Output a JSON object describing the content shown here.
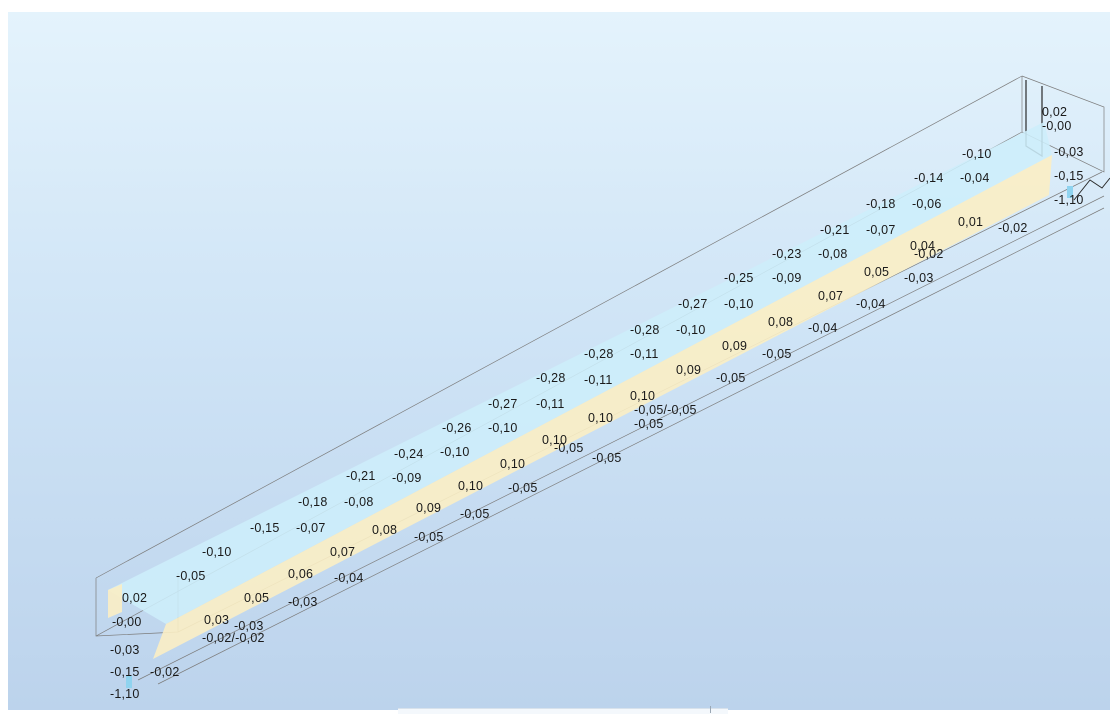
{
  "colors": {
    "background_top": "#e4f3fc",
    "background_bottom": "#bcd3ec",
    "negative_face": "#cdeefa",
    "positive_face": "#fbeec4",
    "wireframe": "#7d7d7d",
    "text": "#1a1a1a"
  },
  "labels": [
    "0,02",
    "-0,00",
    "-0,03",
    "-0,15",
    "-1,10",
    "-0,02",
    "0,03",
    "-0,03",
    "-0,02/-0,02",
    "0,05",
    "-0,03",
    "0,06",
    "-0,04",
    "0,07",
    "-0,05",
    "0,08",
    "-0,05",
    "0,09",
    "-0,05",
    "0,10",
    "-0,05",
    "0,10",
    "-0,05",
    "0,10",
    "-0,05",
    "0,10",
    "-0,05/-0,05",
    "0,10",
    "-0,05",
    "0,09",
    "-0,05",
    "0,09",
    "-0,04",
    "0,08",
    "-0,04",
    "0,07",
    "-0,03",
    "0,05",
    "-0,02",
    "0,04",
    "-0,02",
    "0,01",
    "-0,10",
    "-0,05",
    "-0,15",
    "-0,07",
    "-0,18",
    "-0,08",
    "-0,21",
    "-0,09",
    "-0,24",
    "-0,10",
    "-0,26",
    "-0,10",
    "-0,27",
    "-0,11",
    "-0,28",
    "-0,11",
    "-0,28",
    "-0,11",
    "-0,28",
    "-0,10",
    "-0,27",
    "-0,10",
    "-0,25",
    "-0,09",
    "-0,23",
    "-0,08",
    "-0,21",
    "-0,07",
    "-0,18",
    "-0,06",
    "-0,14",
    "-0,04",
    "-0,10",
    "0,02",
    "-0,00",
    "-0,03",
    "-0,15",
    "-1,10"
  ]
}
